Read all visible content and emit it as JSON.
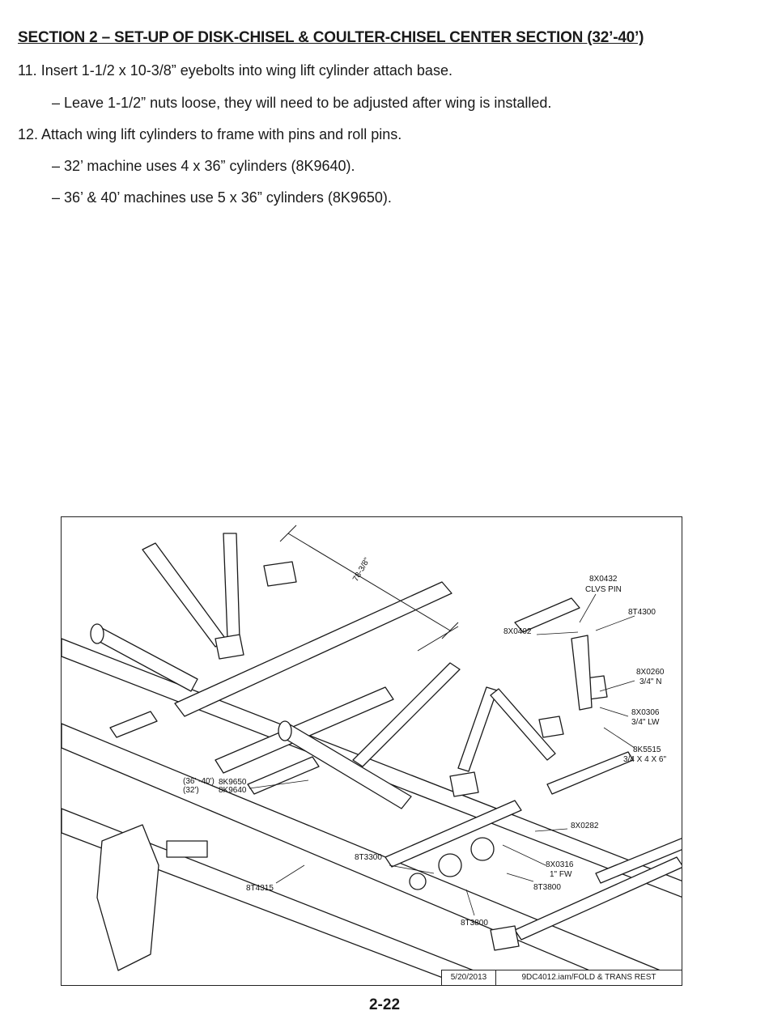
{
  "title": "SECTION 2 – SET-UP OF DISK-CHISEL & COULTER-CHISEL CENTER SECTION (32’-40’)",
  "steps": [
    "11. Insert 1-1/2 x 10-3/8” eyebolts into wing lift cylinder attach base.",
    "– Leave 1-1/2” nuts loose, they will need to be adjusted after wing is installed.",
    "12. Attach wing lift cylinders to frame with pins and roll pins.",
    "– 32’ machine uses 4 x 36” cylinders (8K9640).",
    "– 36’ & 40’ machines use 5 x 36” cylinders (8K9650)."
  ],
  "figure": {
    "dimension": "78-3/8\"",
    "labels": {
      "p8x0432": "8X0432",
      "clvs_pin": "CLVS PIN",
      "p8t4300": "8T4300",
      "p8x0402": "8X0402",
      "p8x0260": "8X0260",
      "n34": "3/4\" N",
      "p8x0306": "8X0306",
      "lw34": "3/4\" LW",
      "p8k5515": "8K5515",
      "ubolt": "3/4 X 4 X 6\"",
      "size3640": "(36' -40')",
      "p8k9650": "8K9650",
      "size32": "(32')",
      "p8k9640": "8K9640",
      "p8x0282": "8X0282",
      "p8t3300": "8T3300",
      "p8x0316": "8X0316",
      "fw1": "1\" FW",
      "p8t4315": "8T4315",
      "p8t3800a": "8T3800",
      "p8t3800b": "8T3800"
    },
    "date": "5/20/2013",
    "file": "9DC4012.iam/FOLD & TRANS REST"
  },
  "page_number": "2-22"
}
